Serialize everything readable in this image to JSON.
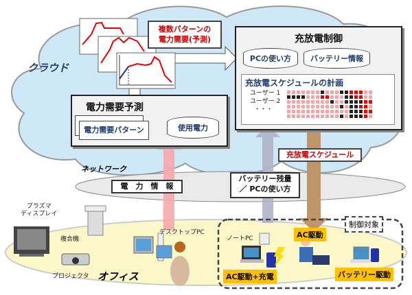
{
  "cloud_label": "クラウド",
  "forecast_note": {
    "line1": "複数パターンの",
    "line2": "電力需要(予測)"
  },
  "control": {
    "title": "充放電制御",
    "pc_usage": "PCの使い方",
    "battery_info": "バッテリー情報",
    "schedule_title": "充放電スケジュールの計画",
    "users": [
      "ユーザー 1",
      "ユーザー 2",
      "・・・"
    ],
    "schedule_grid": [
      "pppppppkpppkkrrrpp",
      "kkkkppprrpppkkrrpp",
      "pppppppppkppkkkkrr",
      "pppppppppppkpkkrrp",
      "pppppppppppppkkkrr",
      "pppppppppppkpkkkrp"
    ]
  },
  "demand": {
    "title": "電力需要予測",
    "pattern": "電力需要パターン",
    "usage": "使用電力"
  },
  "schedule_label": "充放電スケジュール",
  "network": {
    "label": "ネットワーク",
    "power_info": "電　力　情　報",
    "battery_line1": "バッテリー残量",
    "battery_line2": "／ PCの使い方"
  },
  "office": {
    "label": "オフィス",
    "plasma_line1": "プラズマ",
    "plasma_line2": "ディスプレイ",
    "mfp": "複合機",
    "projector": "プロジェクタ",
    "desktop": "デスクトップPC",
    "notebook": "ノートPC",
    "control_target": "制御対象",
    "ac_drive": "AC駆動",
    "ac_charge": "AC駆動+充電",
    "battery_drive": "バッテリー駆動"
  },
  "colors": {
    "cloud": "#cfe8f8",
    "office": "#fbf7c9",
    "accent_red": "#cc0000",
    "orange": "#ffc000"
  }
}
